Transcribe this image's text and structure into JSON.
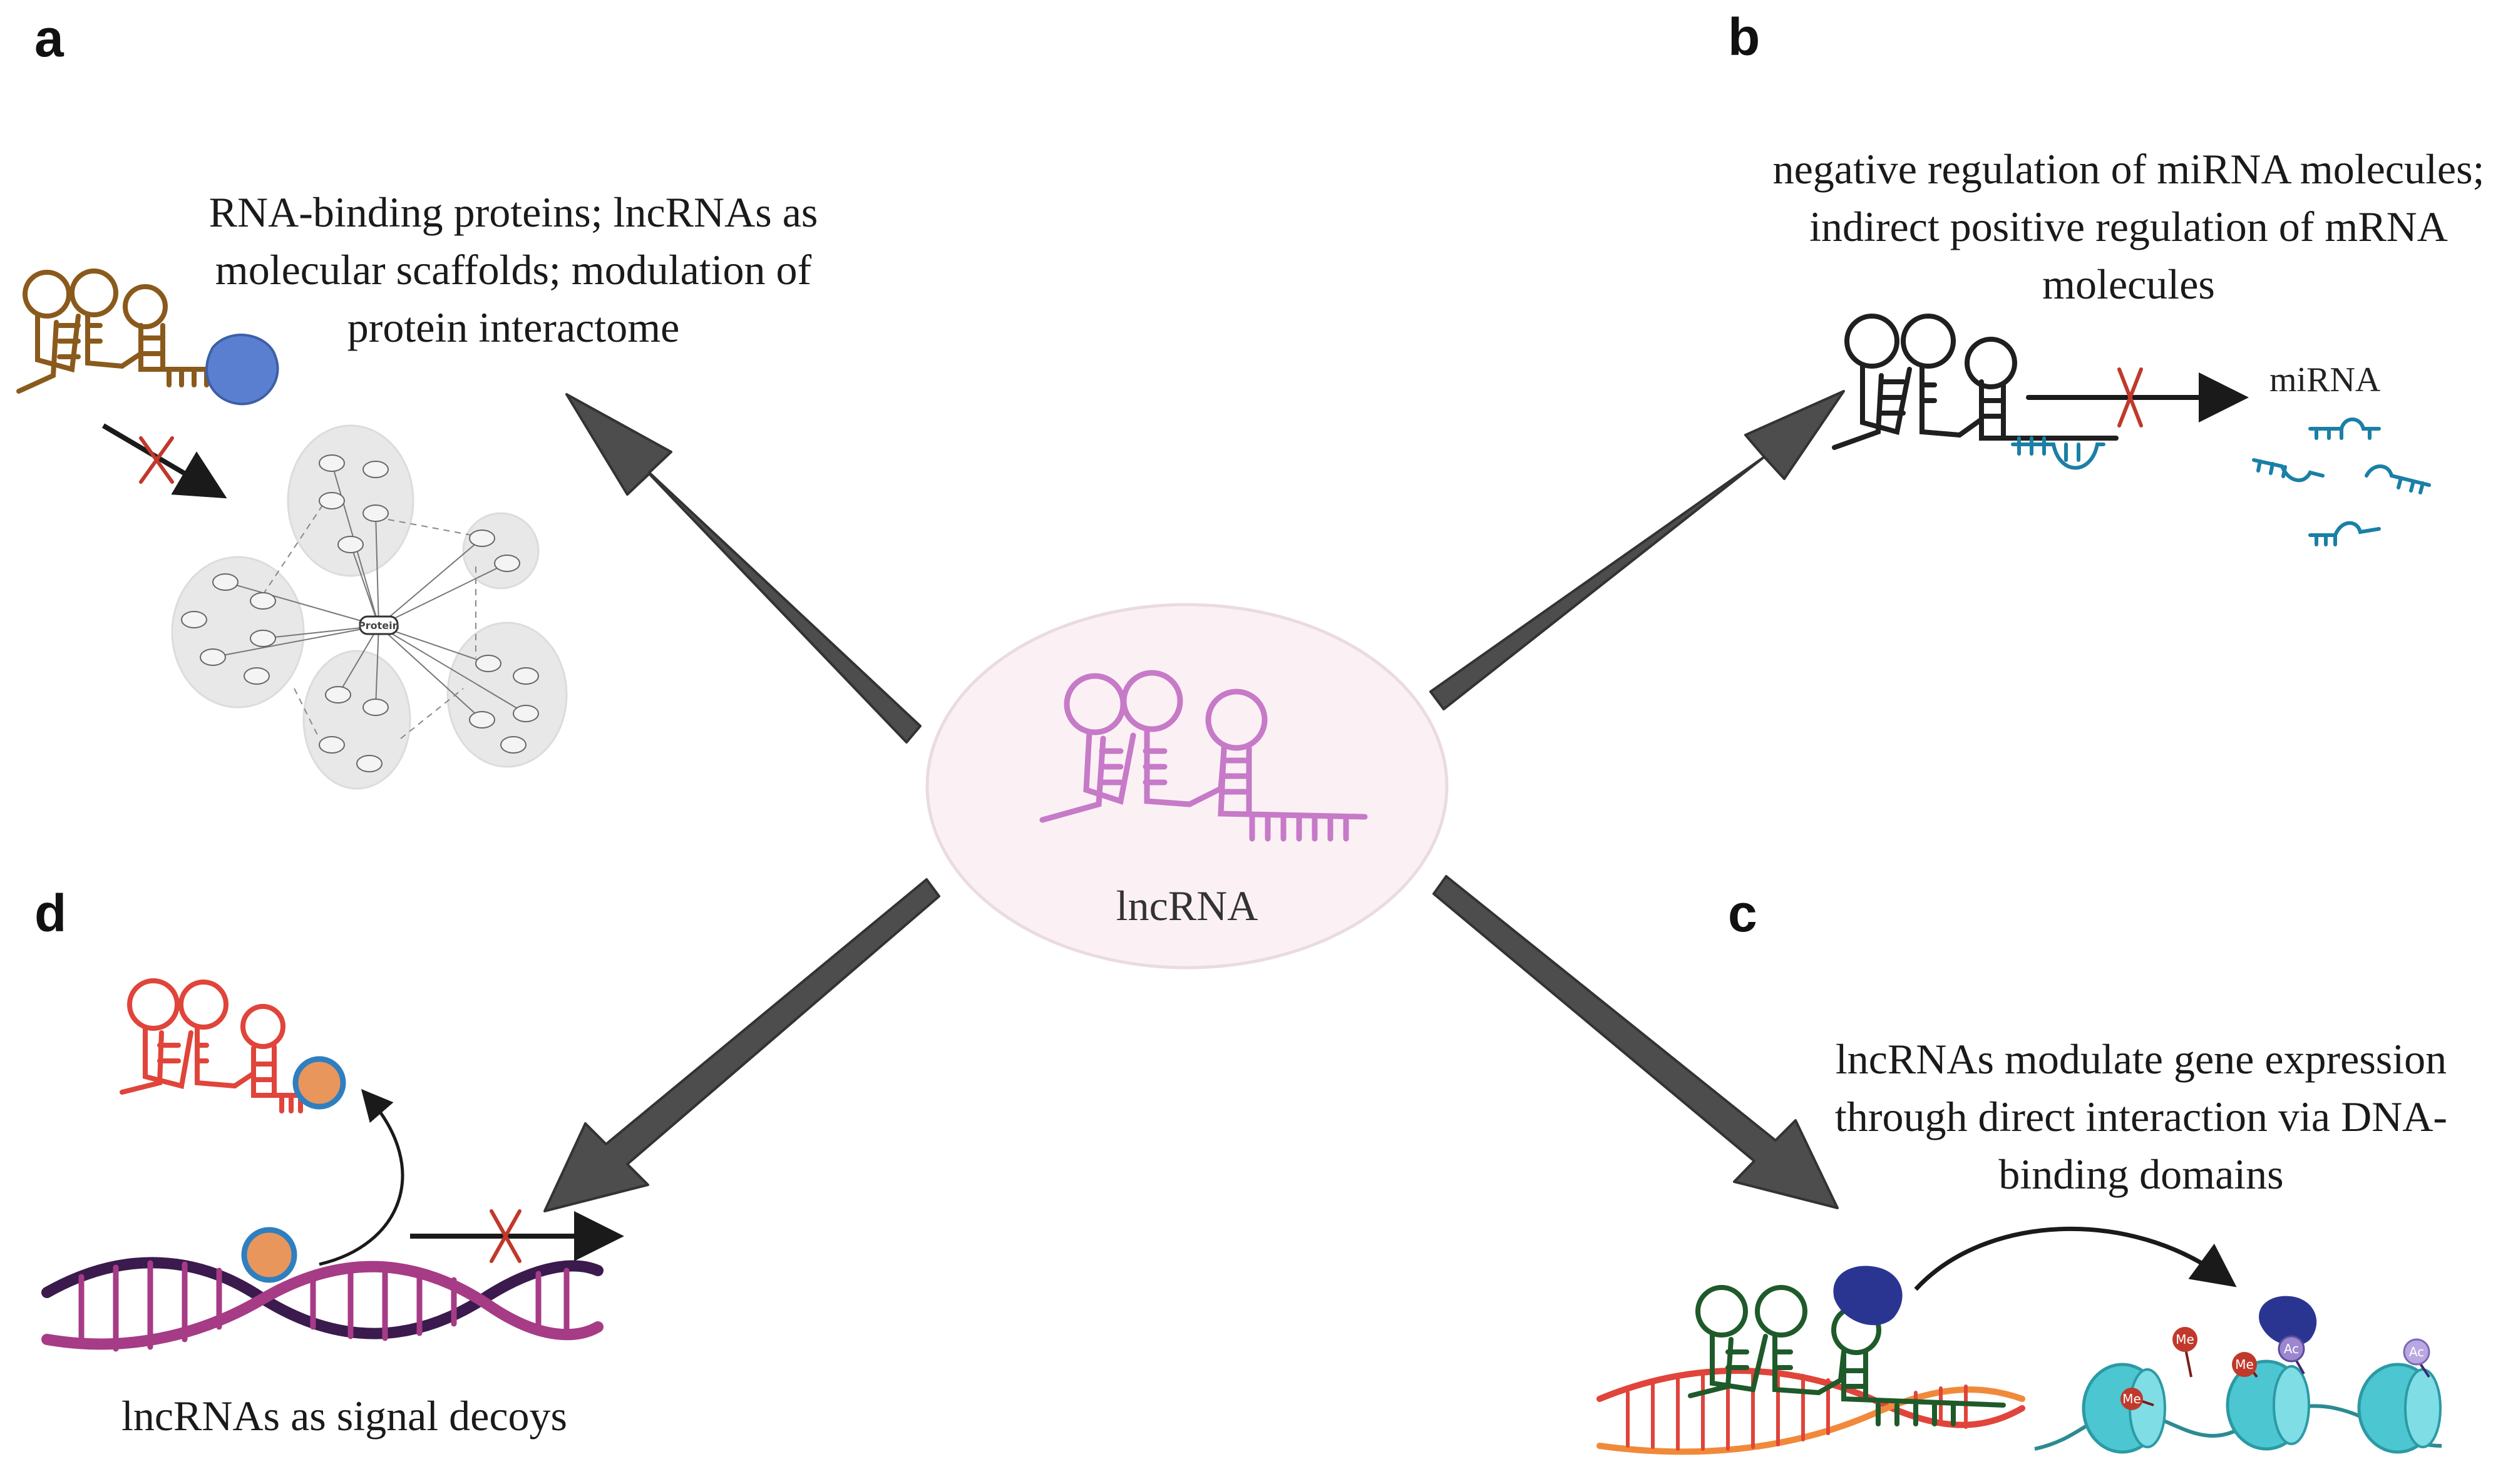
{
  "panels": {
    "a": {
      "letter": "a",
      "caption": [
        "RNA-binding proteins; lncRNAs as",
        "molecular scaffolds; modulation of",
        "protein interactome"
      ]
    },
    "b": {
      "letter": "b",
      "caption": [
        "negative regulation of miRNA molecules;",
        "indirect positive regulation of mRNA",
        "molecules"
      ],
      "mirna_label": "miRNA"
    },
    "c": {
      "letter": "c",
      "caption": [
        "lncRNAs modulate gene expression",
        "through direct interaction via DNA-",
        "binding domains"
      ],
      "marks": {
        "me": "Me",
        "ac": "Ac"
      }
    },
    "d": {
      "letter": "d",
      "caption": [
        "lncRNAs as signal decoys"
      ]
    }
  },
  "center": {
    "label": "lncRNA"
  },
  "network": {
    "hub_label": "Protein",
    "node_label": "Protein"
  },
  "colors": {
    "arrow": "#4d4d4d",
    "center_fill": "#fbf1f5",
    "center_rna": "#c67ac7",
    "a_rna": "#8a5a1c",
    "protein_blob": "#5b7fd0",
    "b_rna": "#1f1f1f",
    "mirna": "#1b7fa6",
    "inhibit_x": "#c0392b",
    "c_rna": "#1f5a2a",
    "dna_c": "#e0443a",
    "nucleosome": "#4cc6d1",
    "blue_protein": "#2a3592",
    "d_rna": "#e0443a",
    "decoy_ball": "#e8965c",
    "decoy_ring": "#2f7fc0",
    "dna_d_dark": "#3b1a4e",
    "dna_d_light": "#a63b86"
  }
}
